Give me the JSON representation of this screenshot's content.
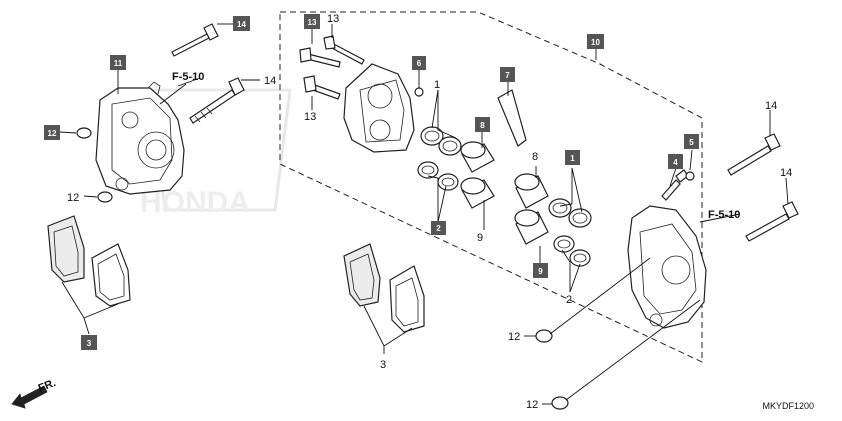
{
  "diagram": {
    "code": "MKYDF1200",
    "front_marker": "FR.",
    "reference_labels": [
      "F-5-10",
      "F-5-10"
    ],
    "callouts": {
      "c1": "1",
      "c2": "2",
      "c3": "3",
      "c4": "4",
      "c5": "5",
      "c6": "6",
      "c7": "7",
      "c8": "8",
      "c9": "9",
      "c10": "10",
      "c11": "11",
      "c12": "12",
      "c13": "13",
      "c14": "14"
    }
  }
}
